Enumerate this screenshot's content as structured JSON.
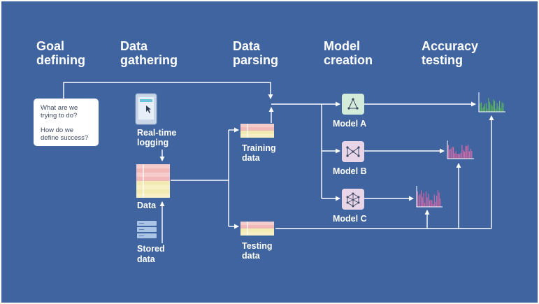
{
  "stages": [
    {
      "line1": "Goal",
      "line2": "defining"
    },
    {
      "line1": "Data",
      "line2": "gathering"
    },
    {
      "line1": "Data",
      "line2": "parsing"
    },
    {
      "line1": "Model",
      "line2": "creation"
    },
    {
      "line1": "Accuracy",
      "line2": "testing"
    }
  ],
  "goal_note": {
    "q1_line1": "What are we",
    "q1_line2": "trying to do?",
    "q2_line1": "How do we",
    "q2_line2": "define success?"
  },
  "sources": {
    "realtime_line1": "Real-time",
    "realtime_line2": "logging",
    "data_label": "Data",
    "stored_line1": "Stored",
    "stored_line2": "data"
  },
  "splits": {
    "training_line1": "Training",
    "training_line2": "data",
    "testing_line1": "Testing",
    "testing_line2": "data"
  },
  "models": [
    "Model A",
    "Model B",
    "Model C"
  ],
  "colors": {
    "background": "#3f64a0",
    "arrows": "#ffffff",
    "card_pink": "#f6cccc",
    "card_yellow": "#f3ebb4",
    "model_a": "#d2ecd9",
    "model_b": "#e8d5e8",
    "model_c": "#e8d5e8",
    "histogram_green": "#5cb85c",
    "histogram_pink": "#e06aa8"
  },
  "icons": [
    "tablet-icon",
    "server-stack-icon",
    "triangle-network-icon",
    "bowtie-network-icon",
    "mesh-network-icon",
    "histogram-icon"
  ]
}
